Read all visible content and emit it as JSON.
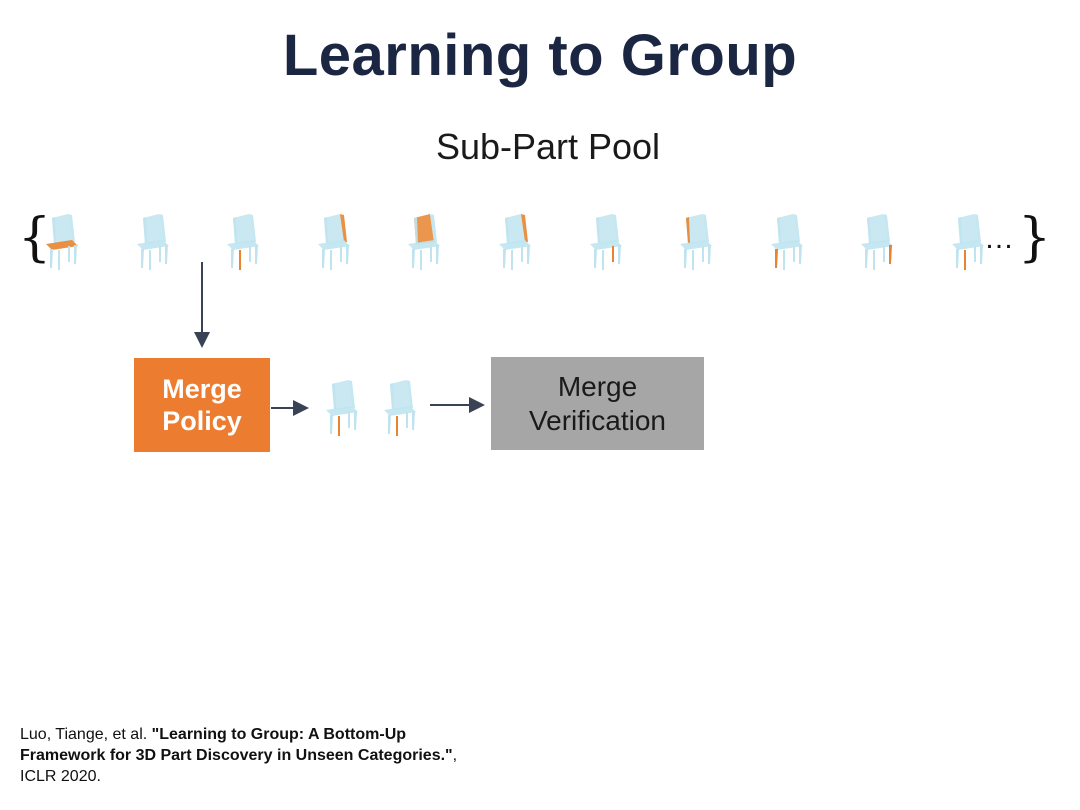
{
  "title": "Learning to Group",
  "pool_label": "Sub-Part Pool",
  "pool_brace_open": "{",
  "pool_brace_close": "}",
  "pool_ellipsis": "…",
  "pool_chairs": [
    {
      "highlight": "seat"
    },
    {
      "highlight": "none"
    },
    {
      "highlight": "leg"
    },
    {
      "highlight": "back-side"
    },
    {
      "highlight": "back-top"
    },
    {
      "highlight": "back-side"
    },
    {
      "highlight": "leg-back"
    },
    {
      "highlight": "back-rail"
    },
    {
      "highlight": "front-left"
    },
    {
      "highlight": "front-right"
    },
    {
      "highlight": "leg"
    }
  ],
  "merge_policy": {
    "line1": "Merge",
    "line2": "Policy"
  },
  "merge_verification": {
    "line1": "Merge",
    "line2": "Verification"
  },
  "selected_pair": [
    {
      "highlight": "leg"
    },
    {
      "highlight": "leg"
    }
  ],
  "citation": {
    "authors": "Luo, Tiange, et al. ",
    "title": "\"Learning to Group: A Bottom-Up Framework for 3D Part Discovery in Unseen Categories.\"",
    "venue": ", ICLR 2020."
  },
  "colors": {
    "policy_fill": "#ec7c30",
    "verification_fill": "#a6a6a6",
    "chair_body": "#bfe4ef",
    "chair_highlight": "#e8842f",
    "title_color": "#1b2742"
  }
}
